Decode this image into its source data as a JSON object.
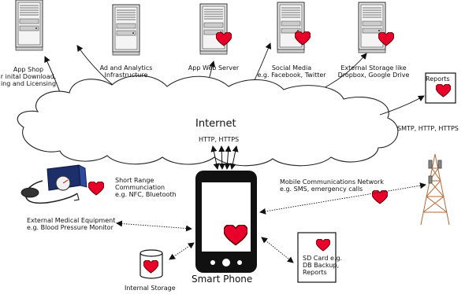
{
  "servers": [
    {
      "label_lines": [
        "App Shop",
        "r inital Download,",
        "ing and Licensing"
      ],
      "has_heart": false
    },
    {
      "label_lines": [
        "Ad and Analytics",
        "Infrastructure"
      ],
      "has_heart": false
    },
    {
      "label_lines": [
        "App Web Server"
      ],
      "has_heart": true
    },
    {
      "label_lines": [
        "Social Media",
        "e.g. Facebook, Twitter"
      ],
      "has_heart": true
    },
    {
      "label_lines": [
        "External Storage like",
        "Dropbox, Google Drive"
      ],
      "has_heart": true
    }
  ],
  "internet": {
    "title": "Internet",
    "protocols": "HTTP, HTTPS"
  },
  "reports": {
    "label": "Reports",
    "protocols": "SMTP, HTTP, HTTPS"
  },
  "short_range": {
    "lines": [
      "Short Range",
      "Communciation",
      "e.g. NFC, Bluetooth"
    ]
  },
  "mobile_network": {
    "lines": [
      "Mobile Communications Network",
      "e.g. SMS, emergency calls"
    ]
  },
  "medical": {
    "lines": [
      "External Medical Equipment",
      "e.g. Blood Pressure Monitor"
    ]
  },
  "smartphone": {
    "label": "Smart Phone"
  },
  "internal_storage": {
    "label": "Internal Storage"
  },
  "sd_card": {
    "lines": [
      "SD Card e.g.",
      "DB Backup,",
      "Reports"
    ]
  },
  "colors": {
    "heart": "#e8002a",
    "heart_stroke": "#5a0000",
    "server_fill": "#e6e6e6",
    "line": "#111111"
  }
}
